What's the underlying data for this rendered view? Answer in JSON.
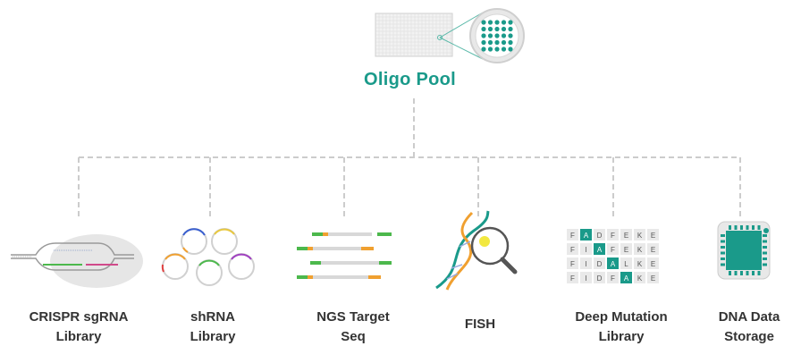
{
  "root": {
    "title": "Oligo Pool"
  },
  "colors": {
    "accent": "#1a9a8a",
    "connector": "#cccccc",
    "orange": "#f0a030",
    "green": "#4cb84c"
  },
  "children": [
    {
      "id": "crispr",
      "line1": "CRISPR sgRNA",
      "line2": "Library",
      "icon": "crispr-construct-icon"
    },
    {
      "id": "shrna",
      "line1": "shRNA",
      "line2": "Library",
      "icon": "plasmid-rings-icon"
    },
    {
      "id": "ngs",
      "line1": "NGS Target",
      "line2": "Seq",
      "icon": "ngs-reads-icon"
    },
    {
      "id": "fish",
      "line1": "FISH",
      "line2": "",
      "icon": "dna-magnifier-icon"
    },
    {
      "id": "dms",
      "line1": "Deep Mutation",
      "line2": "Library",
      "icon": "mutation-grid-icon"
    },
    {
      "id": "storage",
      "line1": "DNA Data",
      "line2": "Storage",
      "icon": "dna-chip-icon"
    }
  ],
  "mutation_grid": {
    "rows": [
      [
        "F",
        "A",
        "D",
        "F",
        "E",
        "K",
        "E"
      ],
      [
        "F",
        "I",
        "A",
        "F",
        "E",
        "K",
        "E"
      ],
      [
        "F",
        "I",
        "D",
        "A",
        "L",
        "K",
        "E"
      ],
      [
        "F",
        "I",
        "D",
        "F",
        "A",
        "K",
        "E"
      ]
    ]
  }
}
